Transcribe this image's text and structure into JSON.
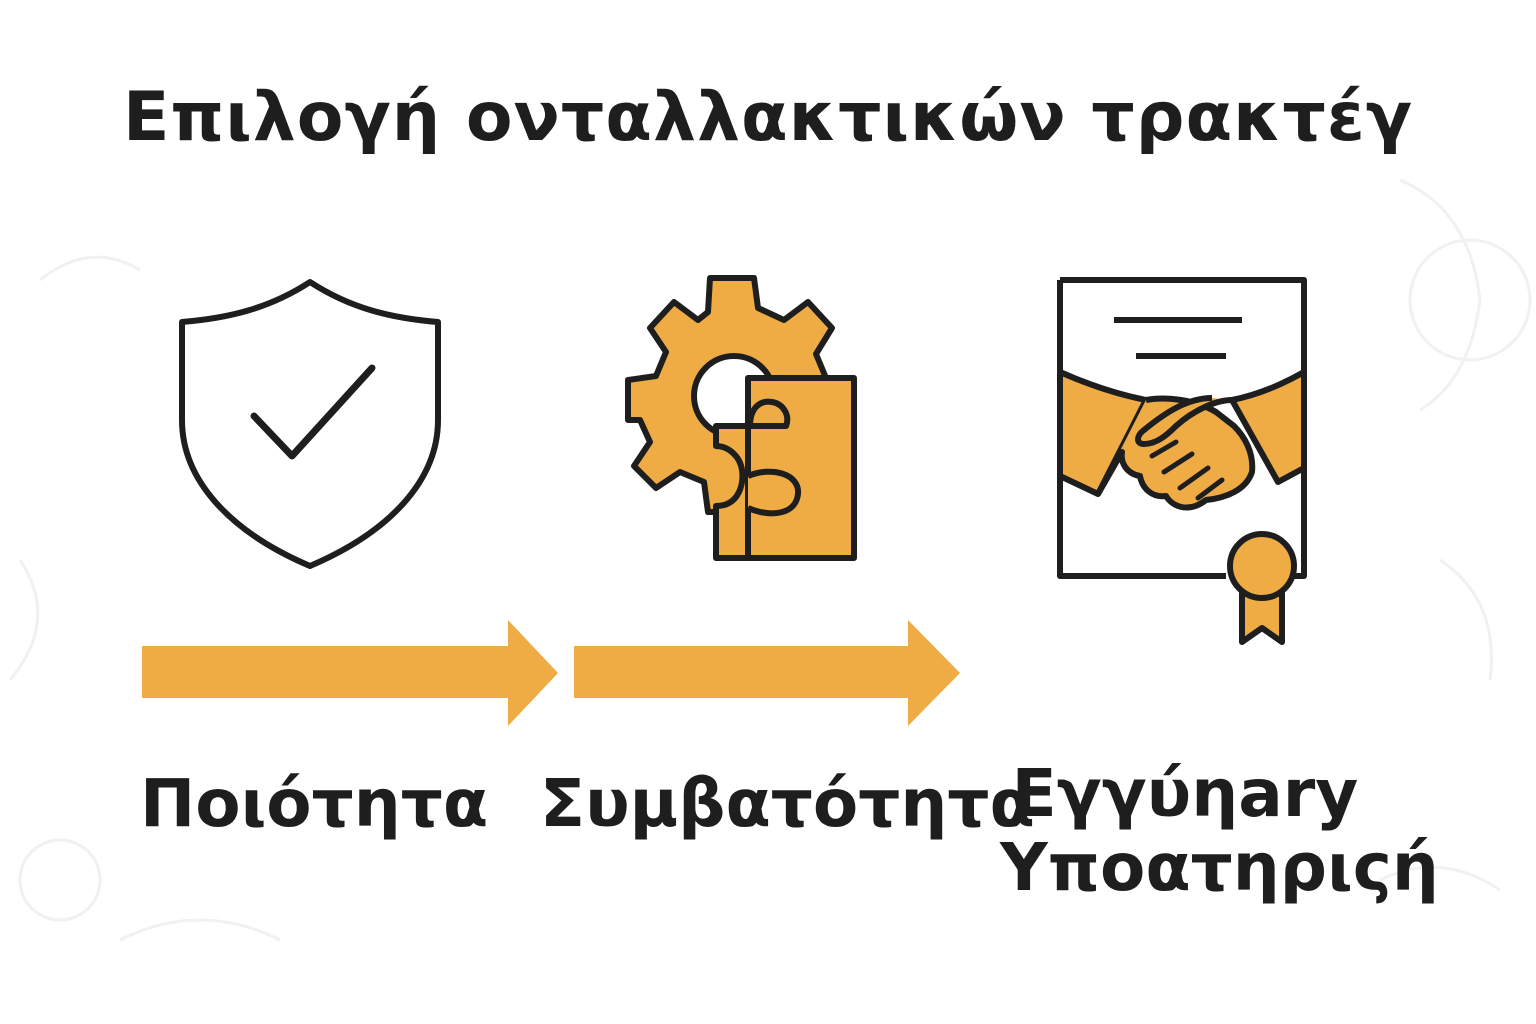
{
  "title": "Επιλογή ονταλλακτικών τρακτέγ",
  "colors": {
    "accent": "#EFAC45",
    "outline": "#1E1E1E",
    "background": "#FFFFFF"
  },
  "steps": [
    {
      "label": "Ποιότητα",
      "icon": "shield-check-icon"
    },
    {
      "label": "Συμβατότητα",
      "icon": "gear-puzzle-icon"
    },
    {
      "label_line1": "Εγγύηary",
      "label_line2": "Υποατηριςή",
      "icon": "certificate-handshake-icon"
    }
  ]
}
